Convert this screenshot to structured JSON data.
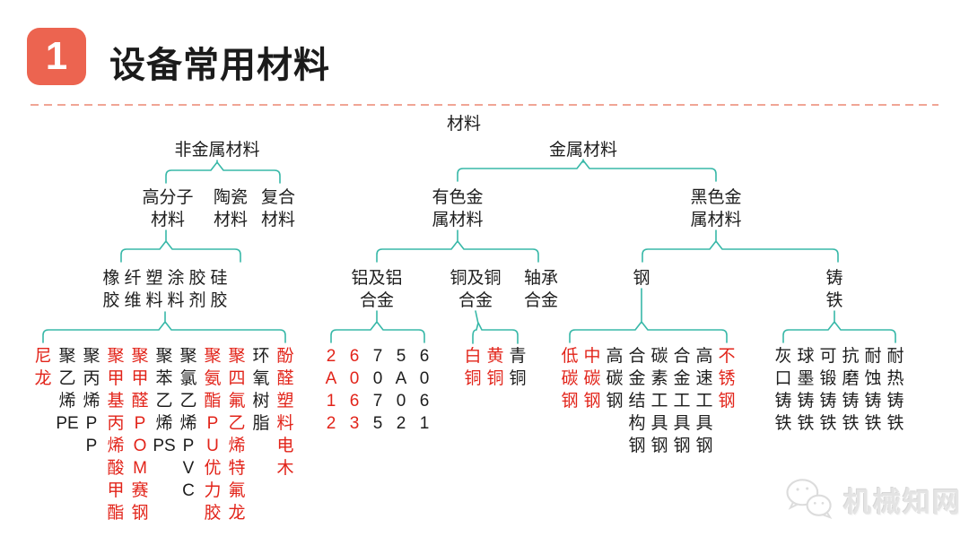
{
  "header": {
    "badge_number": "1",
    "title": "设备常用材料"
  },
  "colors": {
    "accent_red": "#EC6450",
    "divider_salmon": "#F0A595",
    "connector_teal": "#38B8A8",
    "highlight_red": "#E2241A",
    "text_black": "#1D1D1D",
    "watermark_gray": "#E4E4E4"
  },
  "tree": {
    "root": {
      "label": "材料"
    },
    "level1": {
      "nonmetal": {
        "label": "非金属材料"
      },
      "metal": {
        "label": "金属材料"
      }
    },
    "level2": {
      "polymer": {
        "lines": [
          "高分子",
          "材料"
        ]
      },
      "ceramic": {
        "lines": [
          "陶瓷",
          "材料"
        ]
      },
      "composite": {
        "lines": [
          "复合",
          "材料"
        ]
      },
      "nonferrous": {
        "lines": [
          "有色金",
          "属材料"
        ]
      },
      "ferrous": {
        "lines": [
          "黑色金",
          "属材料"
        ]
      }
    },
    "level3": {
      "aluminum": {
        "lines": [
          "铝及铝",
          "合金"
        ]
      },
      "copper": {
        "lines": [
          "铜及铜",
          "合金"
        ]
      },
      "bearing": {
        "lines": [
          "轴承",
          "合金"
        ]
      },
      "steel": {
        "label": "钢"
      },
      "cast_iron": {
        "lines": [
          "铸",
          "铁"
        ]
      }
    },
    "polymer_types": [
      {
        "cells": [
          "橡",
          "胶"
        ]
      },
      {
        "cells": [
          "纤",
          "维"
        ]
      },
      {
        "cells": [
          "塑",
          "料"
        ]
      },
      {
        "cells": [
          "涂",
          "料"
        ]
      },
      {
        "cells": [
          "胶",
          "剂"
        ]
      },
      {
        "cells": [
          "硅",
          "胶"
        ]
      }
    ],
    "polymer_leaves": [
      {
        "cells": [
          "尼",
          "龙"
        ],
        "red": true
      },
      {
        "cells": [
          "聚",
          "乙",
          "烯",
          "PE"
        ],
        "red": false
      },
      {
        "cells": [
          "聚",
          "丙",
          "烯",
          "P",
          "P"
        ],
        "red": false
      },
      {
        "cells": [
          "聚",
          "甲",
          "基",
          "丙",
          "烯",
          "酸",
          "甲",
          "酯"
        ],
        "red": true
      },
      {
        "cells": [
          "聚",
          "甲",
          "醛",
          "P",
          "O",
          "M",
          "赛",
          "钢"
        ],
        "red": true
      },
      {
        "cells": [
          "聚",
          "苯",
          "乙",
          "烯",
          "PS"
        ],
        "red": false
      },
      {
        "cells": [
          "聚",
          "氯",
          "乙",
          "烯",
          "P",
          "V",
          "C"
        ],
        "red": false
      },
      {
        "cells": [
          "聚",
          "氨",
          "酯",
          "P",
          "U",
          "优",
          "力",
          "胶"
        ],
        "red": true
      },
      {
        "cells": [
          "聚",
          "四",
          "氟",
          "乙",
          "烯",
          "特",
          "氟",
          "龙"
        ],
        "red": true
      },
      {
        "cells": [
          "环",
          "氧",
          "树",
          "脂"
        ],
        "red": false
      },
      {
        "cells": [
          "酚",
          "醛",
          "塑",
          "料",
          "电",
          "木"
        ],
        "red": true
      }
    ],
    "aluminum_leaves": [
      {
        "cells": [
          "2",
          "A",
          "1",
          "2"
        ],
        "red": true
      },
      {
        "cells": [
          "6",
          "0",
          "6",
          "3"
        ],
        "red": true
      },
      {
        "cells": [
          "7",
          "0",
          "7",
          "5"
        ],
        "red": false
      },
      {
        "cells": [
          "5",
          "A",
          "0",
          "2"
        ],
        "red": false
      },
      {
        "cells": [
          "6",
          "0",
          "6",
          "1"
        ],
        "red": false
      }
    ],
    "copper_leaves": [
      {
        "cells": [
          "白",
          "铜"
        ],
        "red": true
      },
      {
        "cells": [
          "黄",
          "铜"
        ],
        "red": true
      },
      {
        "cells": [
          "青",
          "铜"
        ],
        "red": false
      }
    ],
    "steel_leaves": [
      {
        "cells": [
          "低",
          "碳",
          "钢"
        ],
        "red": true
      },
      {
        "cells": [
          "中",
          "碳",
          "钢"
        ],
        "red": true
      },
      {
        "cells": [
          "高",
          "碳",
          "钢"
        ],
        "red": false
      },
      {
        "cells": [
          "合",
          "金",
          "结",
          "构",
          "钢"
        ],
        "red": false
      },
      {
        "cells": [
          "碳",
          "素",
          "工",
          "具",
          "钢"
        ],
        "red": false
      },
      {
        "cells": [
          "合",
          "金",
          "工",
          "具",
          "钢"
        ],
        "red": false
      },
      {
        "cells": [
          "高",
          "速",
          "工",
          "具",
          "钢"
        ],
        "red": false
      },
      {
        "cells": [
          "不",
          "锈",
          "钢"
        ],
        "red": true
      }
    ],
    "cast_iron_leaves": [
      {
        "cells": [
          "灰",
          "口",
          "铸",
          "铁"
        ],
        "red": false
      },
      {
        "cells": [
          "球",
          "墨",
          "铸",
          "铁"
        ],
        "red": false
      },
      {
        "cells": [
          "可",
          "锻",
          "铸",
          "铁"
        ],
        "red": false
      },
      {
        "cells": [
          "抗",
          "磨",
          "铸",
          "铁"
        ],
        "red": false
      },
      {
        "cells": [
          "耐",
          "蚀",
          "铸",
          "铁"
        ],
        "red": false
      },
      {
        "cells": [
          "耐",
          "热",
          "铸",
          "铁"
        ],
        "red": false
      }
    ]
  },
  "watermark": {
    "text": "机械知网"
  }
}
